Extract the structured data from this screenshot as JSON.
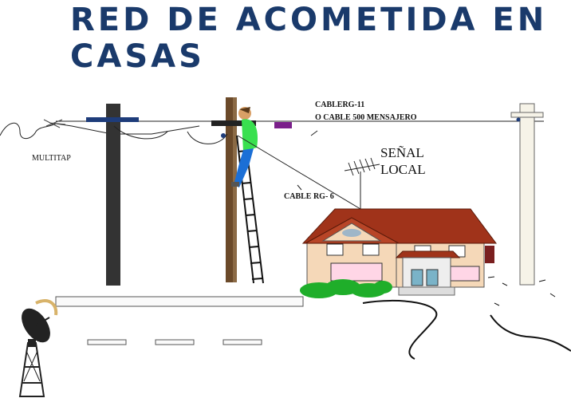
{
  "title_line1": "RED DE ACOMETIDA EN",
  "title_line2": "CASAS",
  "labels": {
    "multitap": "MULTITAP",
    "cable_rg11": "CABLERG-11",
    "cable_500": "O CABLE 500 MENSAJERO",
    "senal": "SEÑAL",
    "local": "LOCAL",
    "cable_rg6": "CABLE RG- 6"
  },
  "colors": {
    "title": "#1a3a6b",
    "pole_dark": "#333333",
    "pole_wood": "#6b4a2a",
    "roof": "#a0331a",
    "wall": "#f5d8b8",
    "bush": "#1fae2a",
    "worker_shirt": "#39e04f",
    "worker_pants": "#1b6fd6"
  }
}
